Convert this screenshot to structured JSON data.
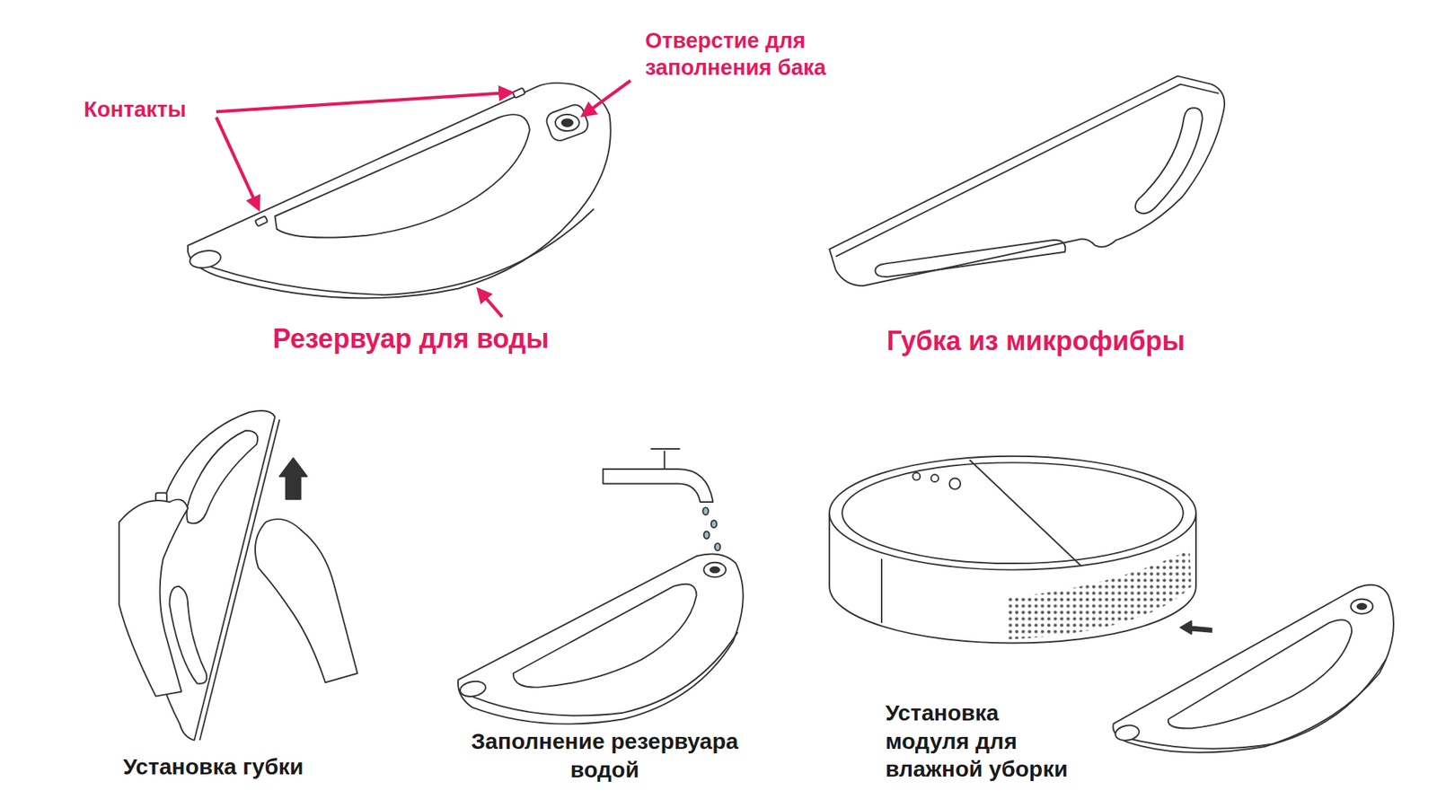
{
  "diagram": {
    "labels": [
      "Контакты",
      "Отверстие для заполнения бака",
      "Резервуар для воды",
      "Губка из микрофибры",
      "Установка губки",
      "Заполнение резервуара водой",
      "Установка модуля для влажной уборки"
    ]
  }
}
